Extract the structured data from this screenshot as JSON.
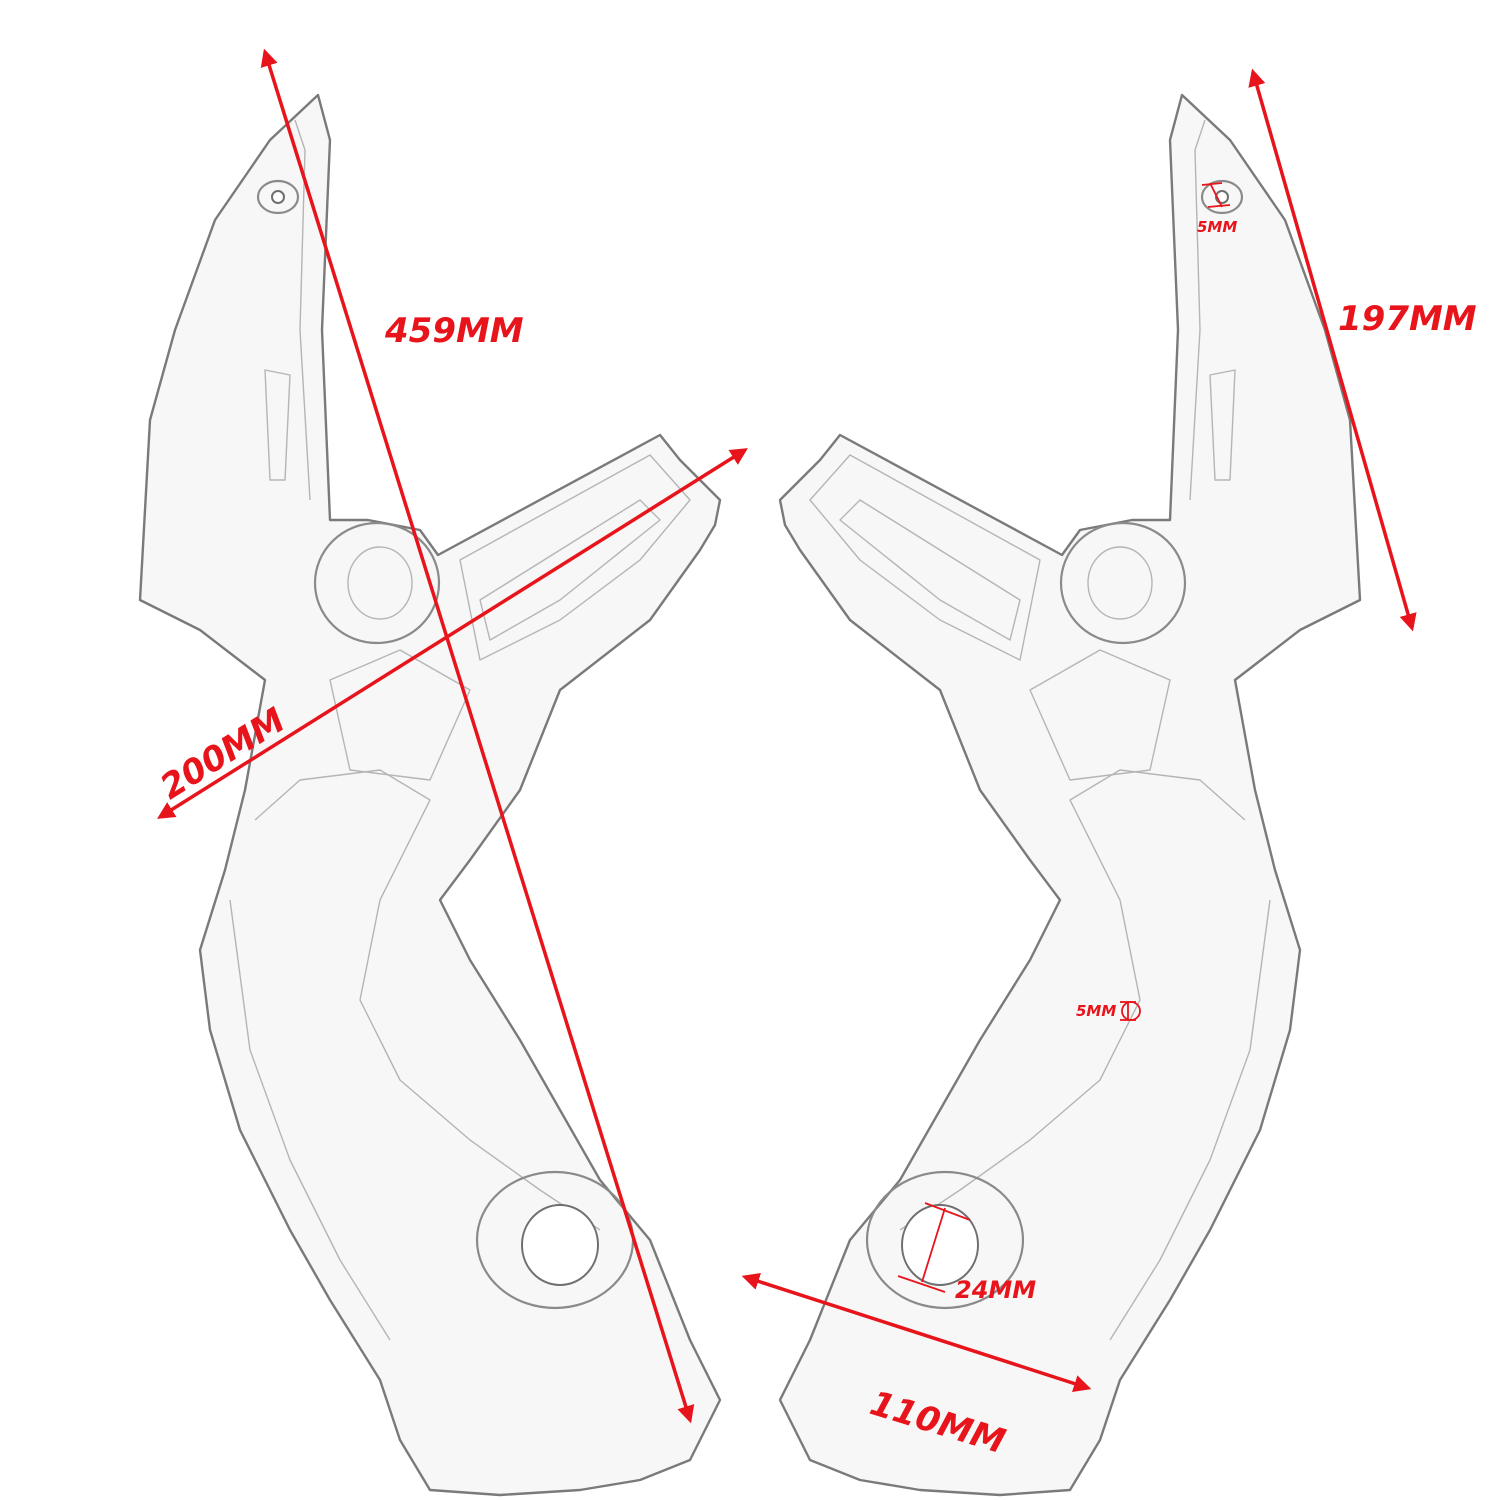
{
  "diagram": {
    "colors": {
      "dimension": "#e8141b",
      "outline": "#7a7a7a",
      "background": "#ffffff"
    },
    "dimensions": {
      "overall_length": "459MM",
      "upper_width": "200MM",
      "upper_height": "197MM",
      "bottom_width": "110MM",
      "large_hole": "24MM",
      "small_hole_top": "5MM",
      "small_hole_mid": "5MM"
    }
  }
}
